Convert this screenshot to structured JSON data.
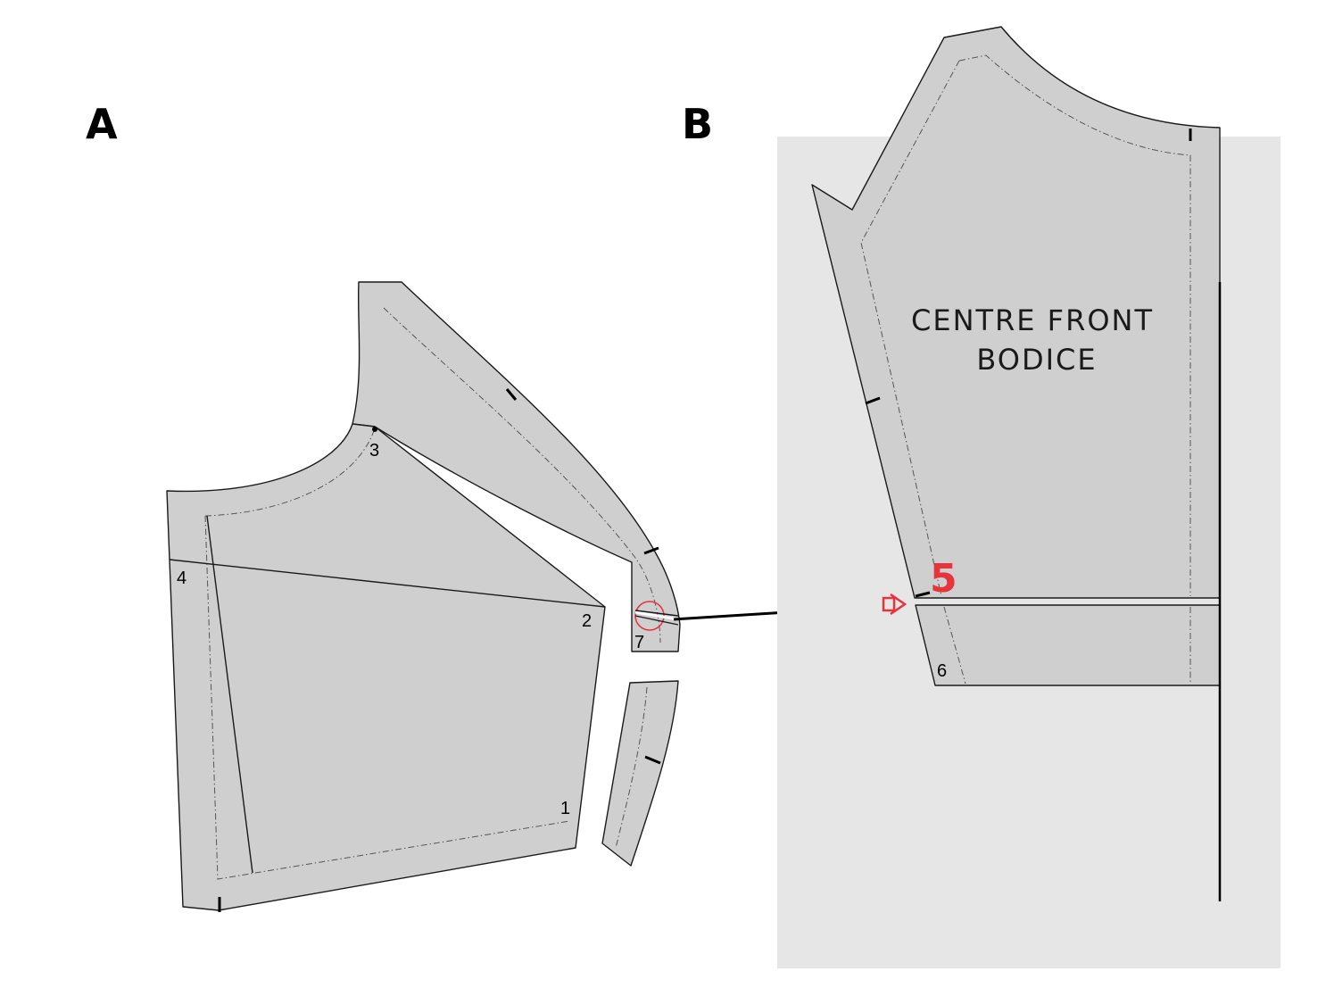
{
  "panels": {
    "a_label": "A",
    "b_label": "B"
  },
  "points": {
    "p1": "1",
    "p2": "2",
    "p3": "3",
    "p4": "4",
    "p5": "5",
    "p6": "6",
    "p7": "7"
  },
  "piece": {
    "label_line1": "CENTRE FRONT",
    "label_line2": "BODICE"
  },
  "colors": {
    "piece_fill": "#cfcfcf",
    "background_sheet": "#e6e6e6",
    "highlight": "#e8323c"
  }
}
